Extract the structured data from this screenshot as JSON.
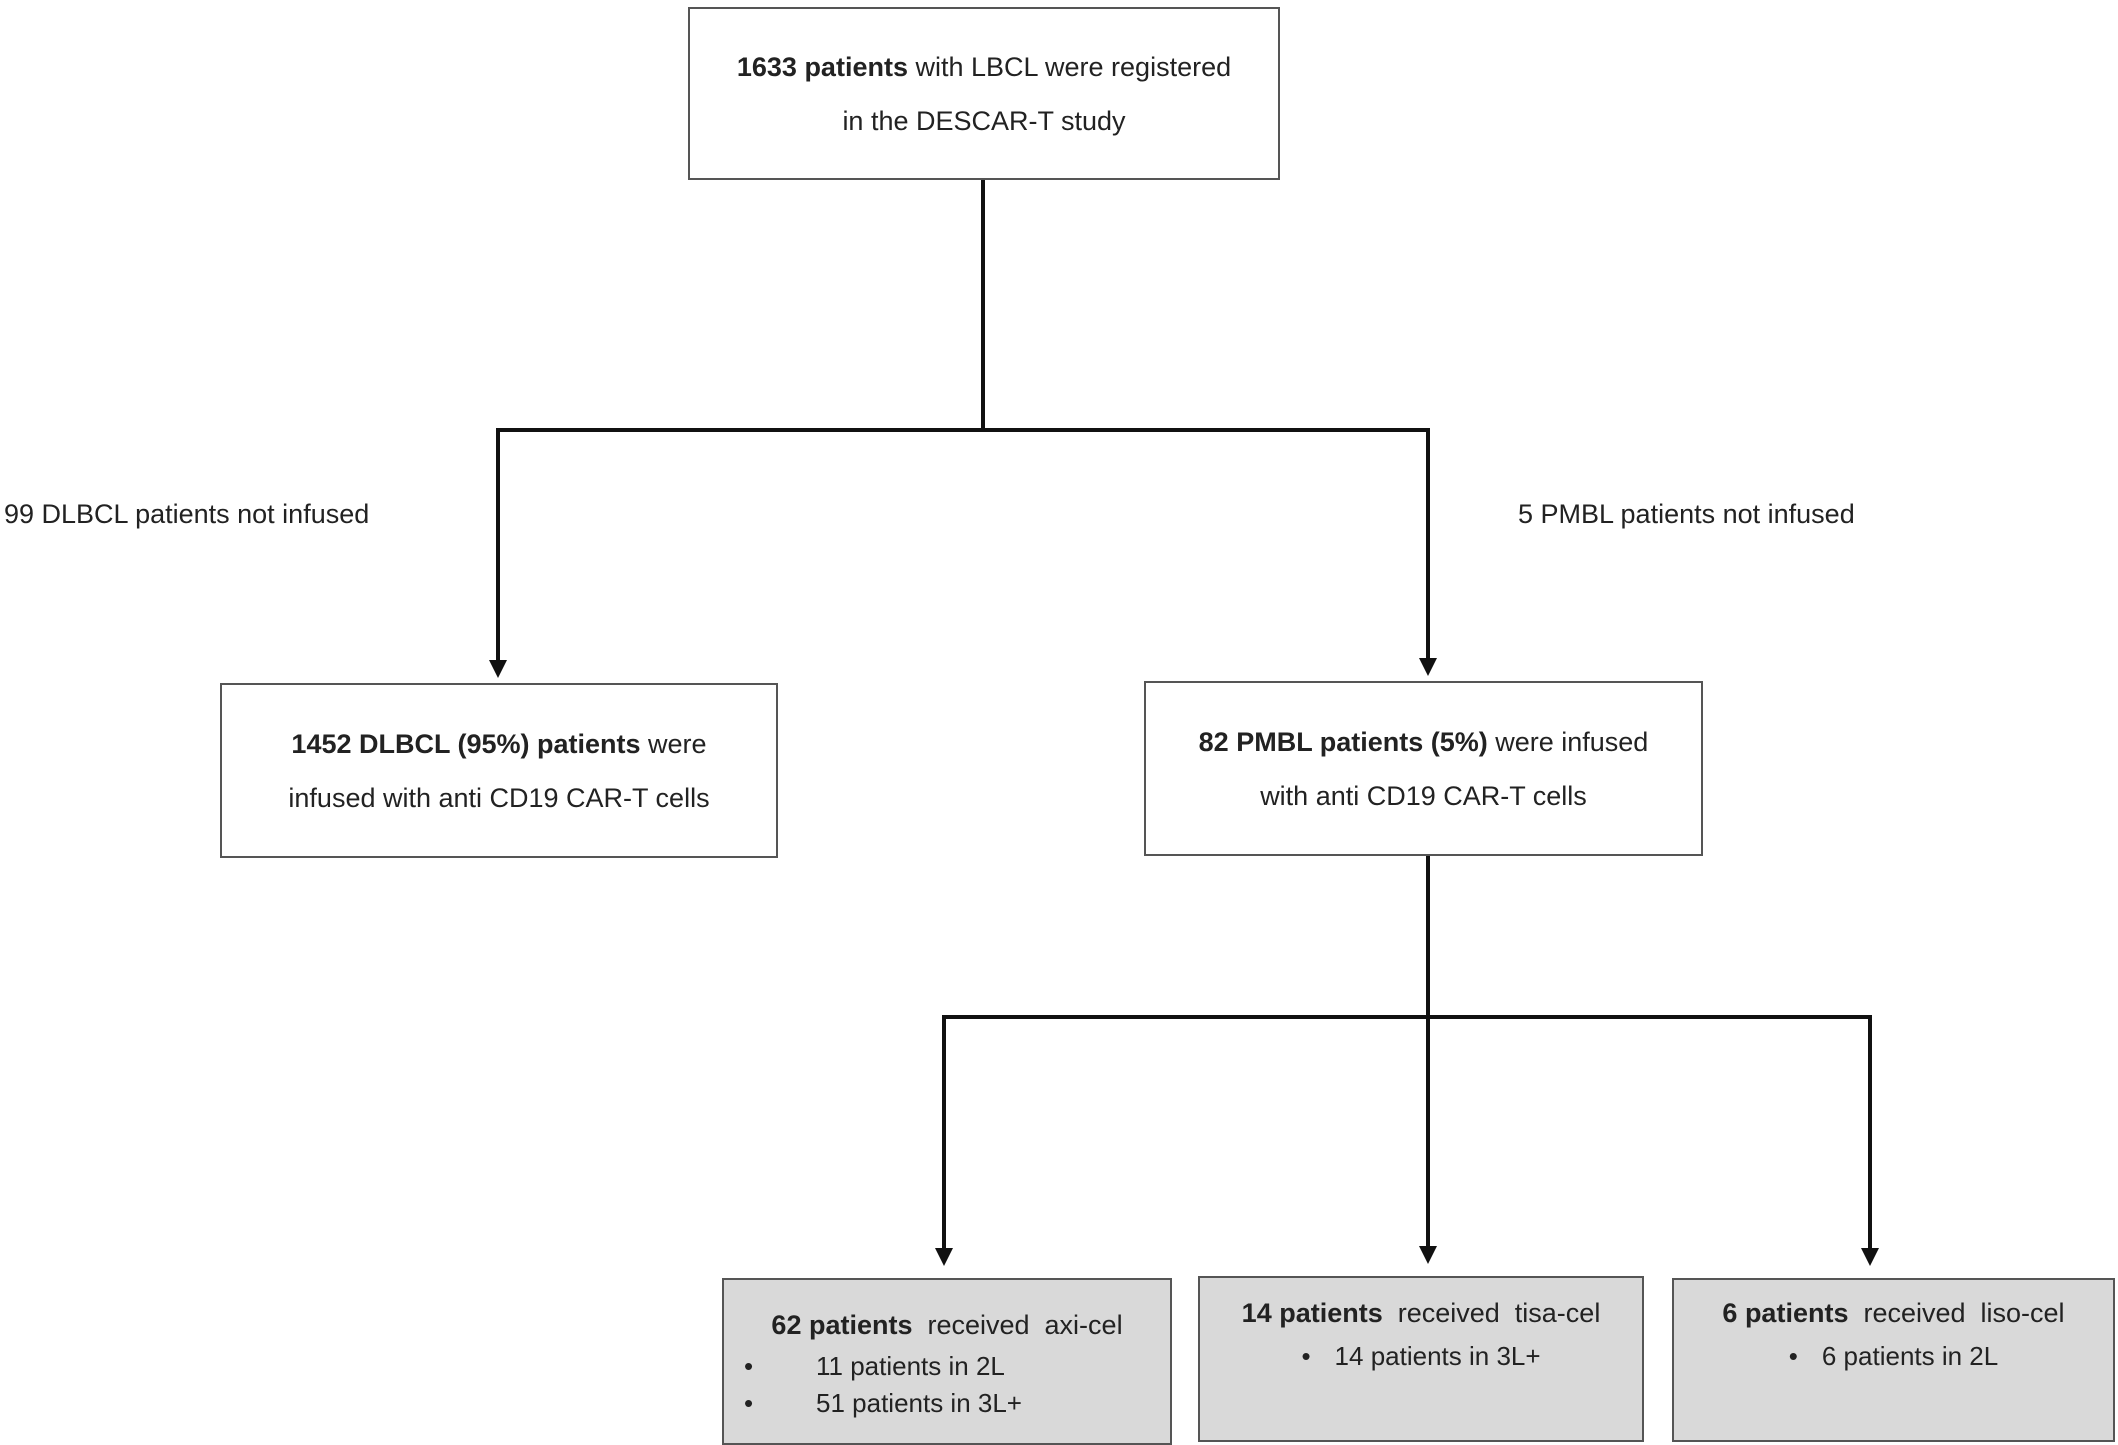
{
  "top": {
    "count_bold": "1633 patients",
    "line1_rest": " with LBCL were registered",
    "line2": "in the DESCAR-T study"
  },
  "left_excluded": "99 DLBCL patients not infused",
  "right_excluded": "5 PMBL patients not infused",
  "dlbcl": {
    "bold": "1452 DLBCL (95%)  patients",
    "line1_rest": " were",
    "line2": "infused with anti CD19 CAR-T cells"
  },
  "pmbl": {
    "bold": "82 PMBL patients (5%)",
    "line1_rest": " were infused",
    "line2": "with anti CD19 CAR-T cells"
  },
  "axicel": {
    "bold": "62 patients",
    "rest": "  received  axi-cel",
    "bullet": "•",
    "items": [
      "11 patients in 2L",
      "51 patients in 3L+"
    ]
  },
  "tisacel": {
    "bold": "14 patients",
    "rest": "  received  tisa-cel",
    "bullet": "•",
    "items": [
      "14 patients in 3L+"
    ]
  },
  "lisocel": {
    "bold": "6 patients",
    "rest": "  received  liso-cel",
    "bullet": "•",
    "items": [
      "6 patients in 2L"
    ]
  }
}
